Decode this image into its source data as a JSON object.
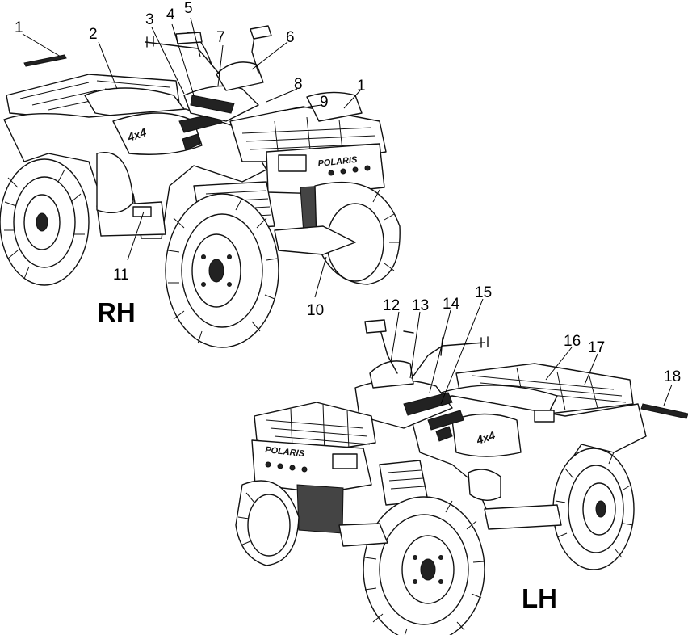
{
  "views": [
    {
      "id": "rh",
      "label": "RH"
    },
    {
      "id": "lh",
      "label": "LH"
    }
  ],
  "callouts": [
    {
      "num": "1"
    },
    {
      "num": "2"
    },
    {
      "num": "3"
    },
    {
      "num": "4"
    },
    {
      "num": "5"
    },
    {
      "num": "6"
    },
    {
      "num": "7"
    },
    {
      "num": "8"
    },
    {
      "num": "9"
    },
    {
      "num": "1"
    },
    {
      "num": "11"
    },
    {
      "num": "10"
    },
    {
      "num": "12"
    },
    {
      "num": "13"
    },
    {
      "num": "14"
    },
    {
      "num": "15"
    },
    {
      "num": "16"
    },
    {
      "num": "17"
    },
    {
      "num": "18"
    }
  ]
}
